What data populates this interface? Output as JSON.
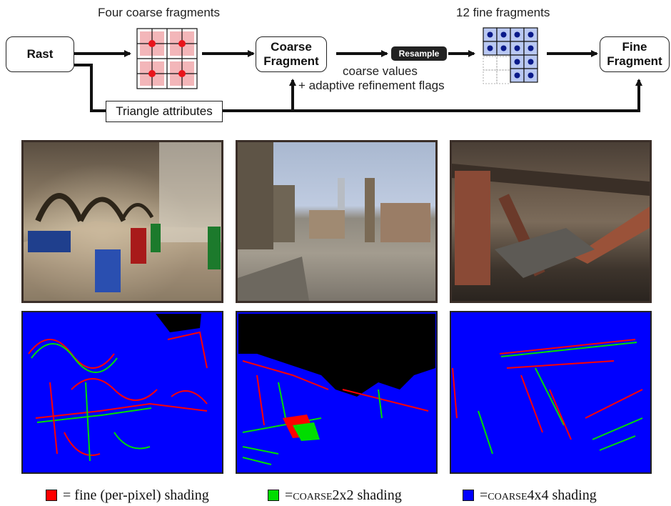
{
  "pipeline": {
    "rast_label": "Rast",
    "coarse_frag_title": "Four coarse fragments",
    "coarse_node_lines": [
      "Coarse",
      "Fragment"
    ],
    "resample_label": "Resample",
    "fine_frag_title": "12 fine fragments",
    "fine_node_lines": [
      "Fine",
      "Fragment"
    ],
    "coarse_values_label": "coarse values",
    "refinement_label": "+ adaptive refinement flags",
    "triangle_attributes_label": "Triangle attributes"
  },
  "legend": {
    "fine_prefix": "= fine (per-pixel) shading",
    "coarse2_prefix": "= ",
    "coarse2_sc": "coarse",
    "coarse2_suffix": "2x2 shading",
    "coarse4_prefix": "= ",
    "coarse4_sc": "coarse",
    "coarse4_suffix": "4x4 shading"
  },
  "colors": {
    "fine": "#ff0000",
    "coarse2x2": "#00dd00",
    "coarse4x4": "#0000ff",
    "grid_fill": "#b9c8f2",
    "coarse_tint": "#f3b6b9"
  }
}
